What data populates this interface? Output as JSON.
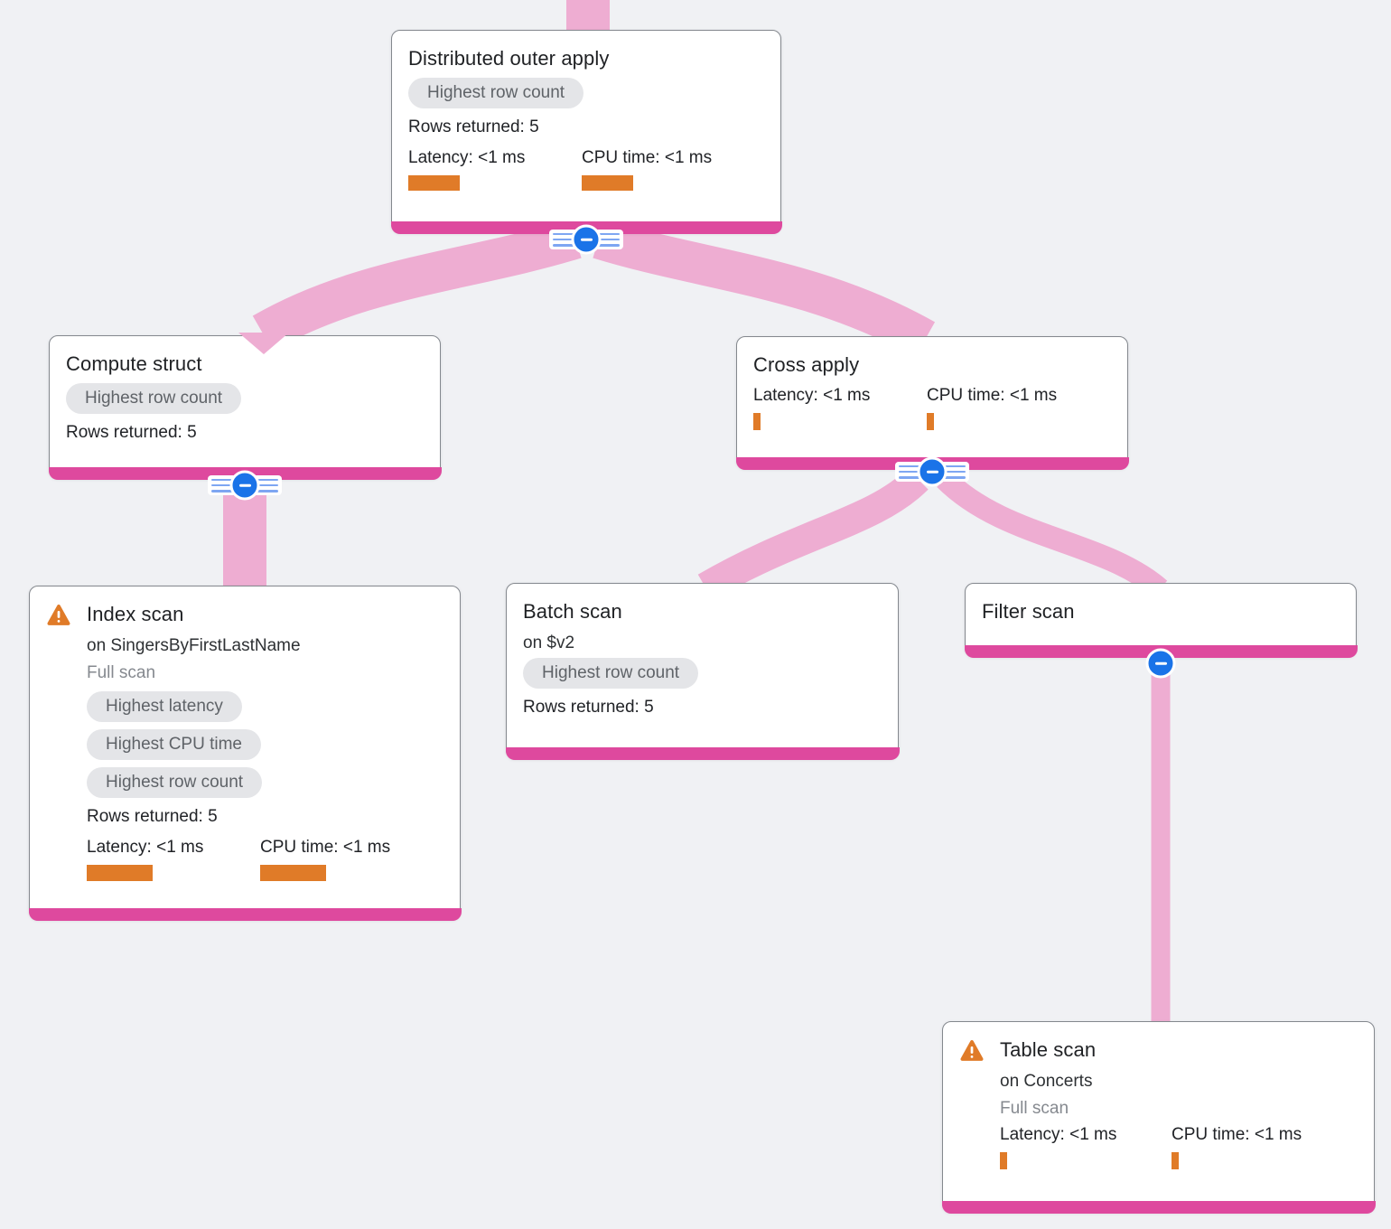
{
  "plan": {
    "type": "query-execution-plan-tree",
    "nodes": {
      "distributed_outer_apply": {
        "title": "Distributed outer apply",
        "badges": [
          "Highest row count"
        ],
        "rows_returned": "Rows returned: 5",
        "latency": "Latency: <1 ms",
        "cpu_time": "CPU time: <1 ms"
      },
      "compute_struct": {
        "title": "Compute struct",
        "badges": [
          "Highest row count"
        ],
        "rows_returned": "Rows returned: 5"
      },
      "cross_apply": {
        "title": "Cross apply",
        "latency": "Latency: <1 ms",
        "cpu_time": "CPU time: <1 ms"
      },
      "index_scan": {
        "title": "Index scan",
        "subtitle": "on SingersByFirstLastName",
        "scan_type": "Full scan",
        "has_warning": true,
        "badges": [
          "Highest latency",
          "Highest CPU time",
          "Highest row count"
        ],
        "rows_returned": "Rows returned: 5",
        "latency": "Latency: <1 ms",
        "cpu_time": "CPU time: <1 ms"
      },
      "batch_scan": {
        "title": "Batch scan",
        "subtitle": "on $v2",
        "badges": [
          "Highest row count"
        ],
        "rows_returned": "Rows returned: 5"
      },
      "filter_scan": {
        "title": "Filter scan"
      },
      "table_scan": {
        "title": "Table scan",
        "subtitle": "on Concerts",
        "scan_type": "Full scan",
        "has_warning": true,
        "latency": "Latency: <1 ms",
        "cpu_time": "CPU time: <1 ms"
      }
    },
    "edges": [
      {
        "from": "parent-offscreen",
        "to": "distributed_outer_apply"
      },
      {
        "from": "distributed_outer_apply",
        "to": "compute_struct"
      },
      {
        "from": "distributed_outer_apply",
        "to": "cross_apply"
      },
      {
        "from": "compute_struct",
        "to": "index_scan"
      },
      {
        "from": "cross_apply",
        "to": "batch_scan"
      },
      {
        "from": "cross_apply",
        "to": "filter_scan"
      },
      {
        "from": "filter_scan",
        "to": "table_scan"
      }
    ],
    "colors": {
      "node_accent_bar": "#de499e",
      "edge": "#eeadd2",
      "metric_bar": "#e07b28",
      "warning": "#e07b28",
      "collapse_button": "#1a73e8",
      "badge_background": "#e4e5e8",
      "badge_text": "#5f6368",
      "background": "#f0f1f4"
    }
  }
}
